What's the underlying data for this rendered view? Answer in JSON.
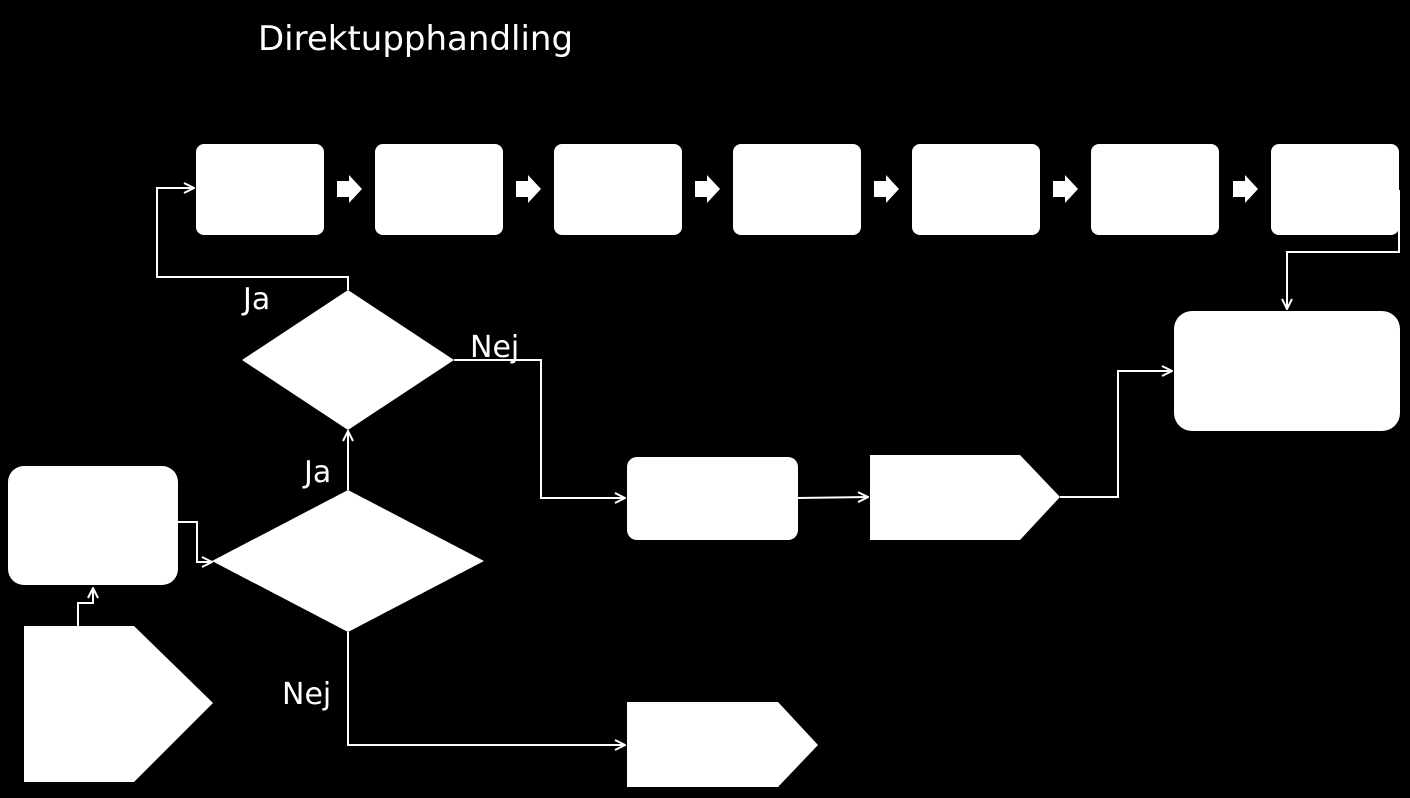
{
  "diagram": {
    "title": "Direktupphandling",
    "labels": {
      "yes_top": "Ja",
      "no_top": "Nej",
      "yes_bottom": "Ja",
      "no_bottom": "Nej"
    },
    "colors": {
      "background": "#000000",
      "shapes": "#ffffff",
      "lines": "#ffffff"
    }
  }
}
